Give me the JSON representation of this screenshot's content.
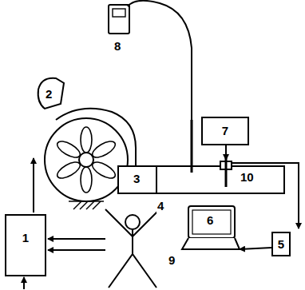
{
  "diagram": {
    "nodes": [
      {
        "text": [
          "1"
        ]
      },
      {
        "text": [
          "7"
        ]
      },
      {
        "text": [
          "5"
        ]
      }
    ],
    "labels": [
      "2",
      "3",
      "4",
      "6",
      "8",
      "9",
      "10"
    ]
  }
}
